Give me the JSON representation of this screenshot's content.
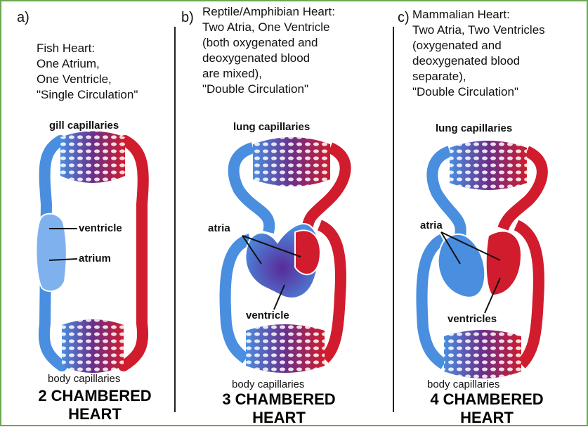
{
  "colors": {
    "oxygenated": "#d01c2c",
    "deoxygenated": "#4a8ee0",
    "mixed": "#6a2f8a",
    "frame": "#6aa84f"
  },
  "panels": [
    {
      "letter": "a)",
      "description": "Fish Heart:\nOne Atrium,\nOne Ventricle,\n\"Single Circulation\"",
      "top_capillaries": "gill capillaries",
      "bottom_capillaries": "body capillaries",
      "labels": [
        "ventricle",
        "atrium"
      ],
      "title": "2 CHAMBERED\nHEART"
    },
    {
      "letter": "b)",
      "description": "Reptile/Amphibian Heart:\nTwo  Atria, One Ventricle\n(both oxygenated and\ndeoxygenated blood\nare mixed),\n\"Double Circulation\"",
      "top_capillaries": "lung capillaries",
      "bottom_capillaries": "body capillaries",
      "labels": [
        "atria",
        "ventricle"
      ],
      "title": "3 CHAMBERED\nHEART"
    },
    {
      "letter": "c)",
      "description": "Mammalian Heart:\nTwo  Atria, Two Ventricles\n(oxygenated and\ndeoxygenated blood\nseparate),\n\"Double Circulation\"",
      "top_capillaries": "lung capillaries",
      "bottom_capillaries": "body capillaries",
      "labels": [
        "atria",
        "ventricles"
      ],
      "title": "4 CHAMBERED\nHEART"
    }
  ]
}
